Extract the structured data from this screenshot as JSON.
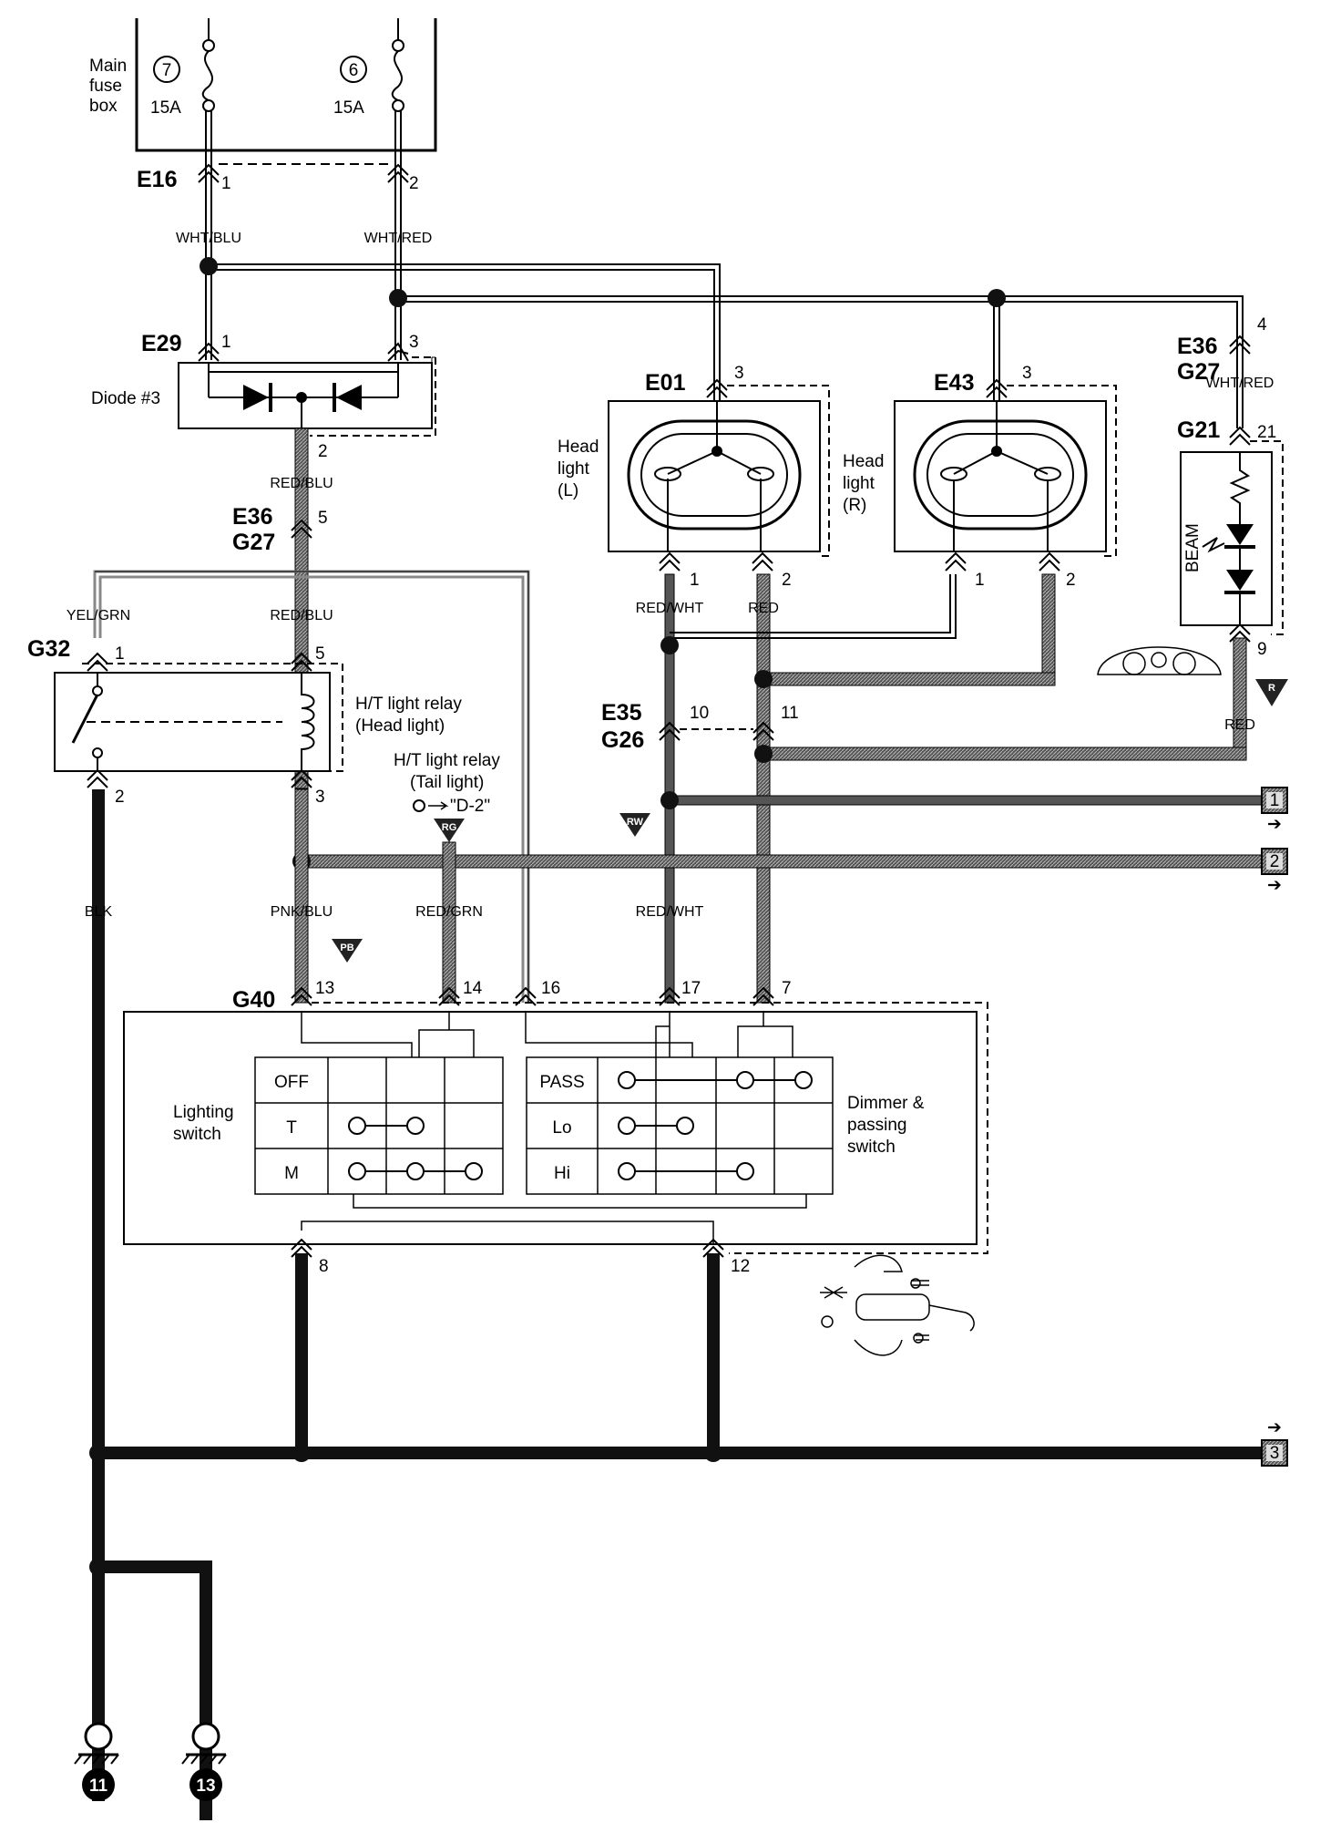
{
  "fuse_box": {
    "label_lines": [
      "Main",
      "fuse",
      "box"
    ],
    "fuse_left": {
      "number": "7",
      "rating": "15A"
    },
    "fuse_right": {
      "number": "6",
      "rating": "15A"
    }
  },
  "connectors": {
    "e16": {
      "name": "E16",
      "pin_left": "1",
      "pin_right": "2"
    },
    "e29": {
      "name": "E29",
      "pin_left": "1",
      "pin_right": "3"
    },
    "diode_out_pin": "2",
    "e36_g27_mid": {
      "name_top": "E36",
      "name_bottom": "G27",
      "pin": "5"
    },
    "e36_g27_right": {
      "name_top": "E36",
      "name_bottom": "G27",
      "pin": "4"
    },
    "e01": {
      "name": "E01",
      "pin_top": "3",
      "pin_left": "1",
      "pin_right": "2"
    },
    "e43": {
      "name": "E43",
      "pin_top": "3",
      "pin_left": "1",
      "pin_right": "2"
    },
    "g21": {
      "name": "G21",
      "pin_top": "21",
      "pin_bottom": "9"
    },
    "g32": {
      "name": "G32",
      "pin_tl": "1",
      "pin_tr": "5",
      "pin_bl": "2",
      "pin_br": "3"
    },
    "e35_g26": {
      "name_top": "E35",
      "name_bottom": "G26",
      "pin_left": "10",
      "pin_right": "11"
    },
    "g40": {
      "name": "G40",
      "pins_top": [
        "13",
        "14",
        "16",
        "17",
        "7"
      ],
      "pins_bottom": [
        "8",
        "12"
      ]
    }
  },
  "wires": {
    "wht_blu": "WHT/BLU",
    "wht_red_top": "WHT/RED",
    "wht_red_right": "WHT/RED",
    "red_blu_1": "RED/BLU",
    "red_blu_2": "RED/BLU",
    "yel_grn": "YEL/GRN",
    "red_wht_1": "RED/WHT",
    "red_1": "RED",
    "red_2": "RED",
    "blk": "BLK",
    "pnk_blu": "PNK/BLU",
    "red_grn": "RED/GRN",
    "red_wht_2": "RED/WHT"
  },
  "components": {
    "diode": "Diode #3",
    "headlight_l": [
      "Head",
      "light",
      "(L)"
    ],
    "headlight_r": [
      "Head",
      "light",
      "(R)"
    ],
    "beam": "BEAM",
    "relay_head": [
      "H/T light relay",
      "(Head light)"
    ],
    "relay_tail": [
      "H/T light relay",
      "(Tail light)"
    ],
    "relay_tail_ref": "\"D-2\"",
    "lighting_switch": [
      "Lighting",
      "switch"
    ],
    "dimmer_switch": [
      "Dimmer &",
      "passing",
      "switch"
    ]
  },
  "lighting_switch_table": {
    "rows": [
      "OFF",
      "T",
      "M"
    ]
  },
  "dimmer_switch_table": {
    "rows": [
      "PASS",
      "Lo",
      "Hi"
    ]
  },
  "markers": {
    "r": "R",
    "rw": "RW",
    "rg": "RG",
    "pb": "PB"
  },
  "refs": [
    "1",
    "2",
    "3"
  ],
  "grounds": [
    "11",
    "13"
  ]
}
